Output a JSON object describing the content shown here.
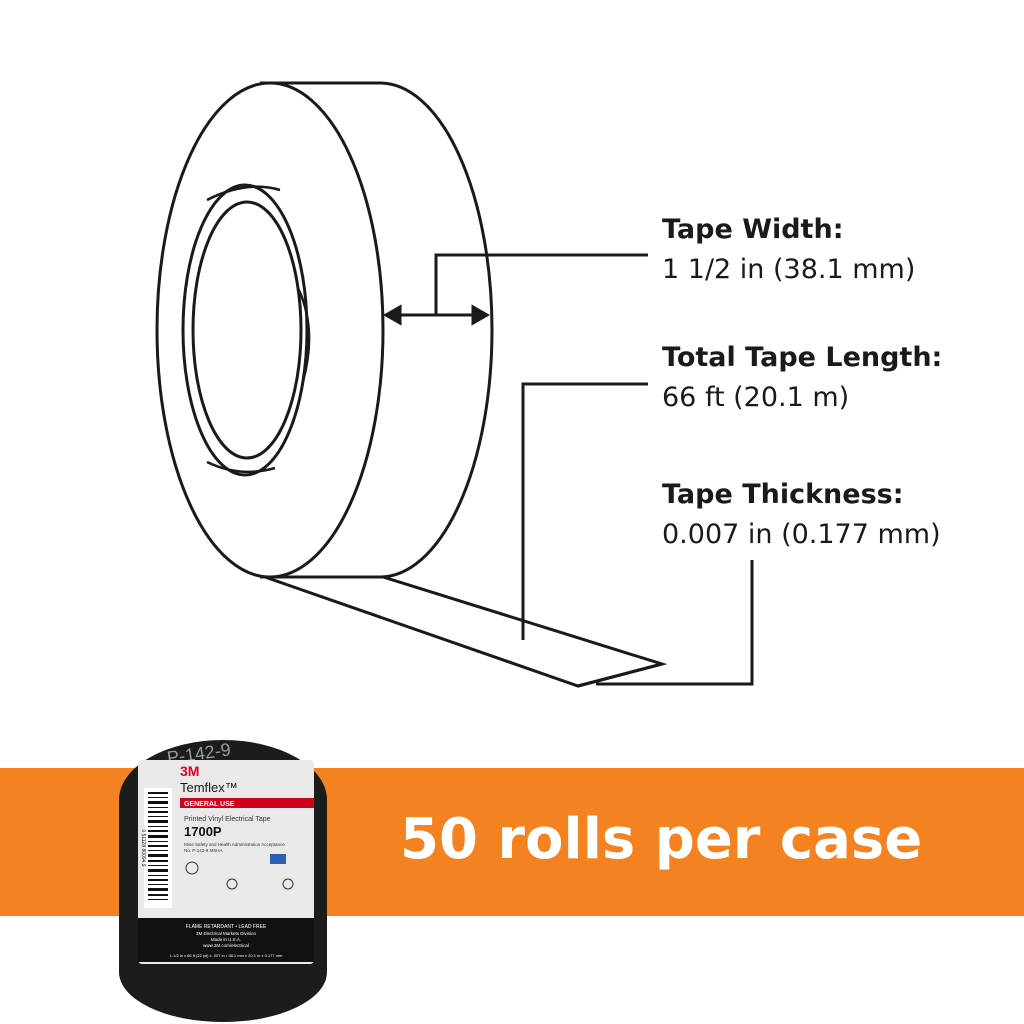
{
  "specs": {
    "width": {
      "label": "Tape Width:",
      "value": "1 1/2 in (38.1 mm)"
    },
    "length": {
      "label": "Total Tape Length:",
      "value": "66 ft (20.1 m)"
    },
    "thickness": {
      "label": "Tape Thickness:",
      "value": "0.007 in (0.177 mm)"
    }
  },
  "banner": {
    "text": "50 rolls per case",
    "color": "#f58220"
  },
  "product_label": {
    "brand": "3M",
    "name": "Temflex™",
    "category": "GENERAL USE",
    "description": "Printed Vinyl Electrical Tape",
    "model": "1700P",
    "msha": "Mine Safety and Health Administration Acceptance",
    "msha_no": "No. P-142-9 MSHA",
    "features": "FLAME RETARDANT • LEAD FREE",
    "division": "3M Electrical Markets Division",
    "origin": "Made in U.S.A.",
    "url": "www.3M.com/electrical",
    "size": "1-1/2 in x 66 ft (22 yd) x .007 in • 38.1 mm x 20.1 m x 0.177 mm",
    "barcode": "0 51128 80094 9",
    "print": "P-142-9"
  }
}
